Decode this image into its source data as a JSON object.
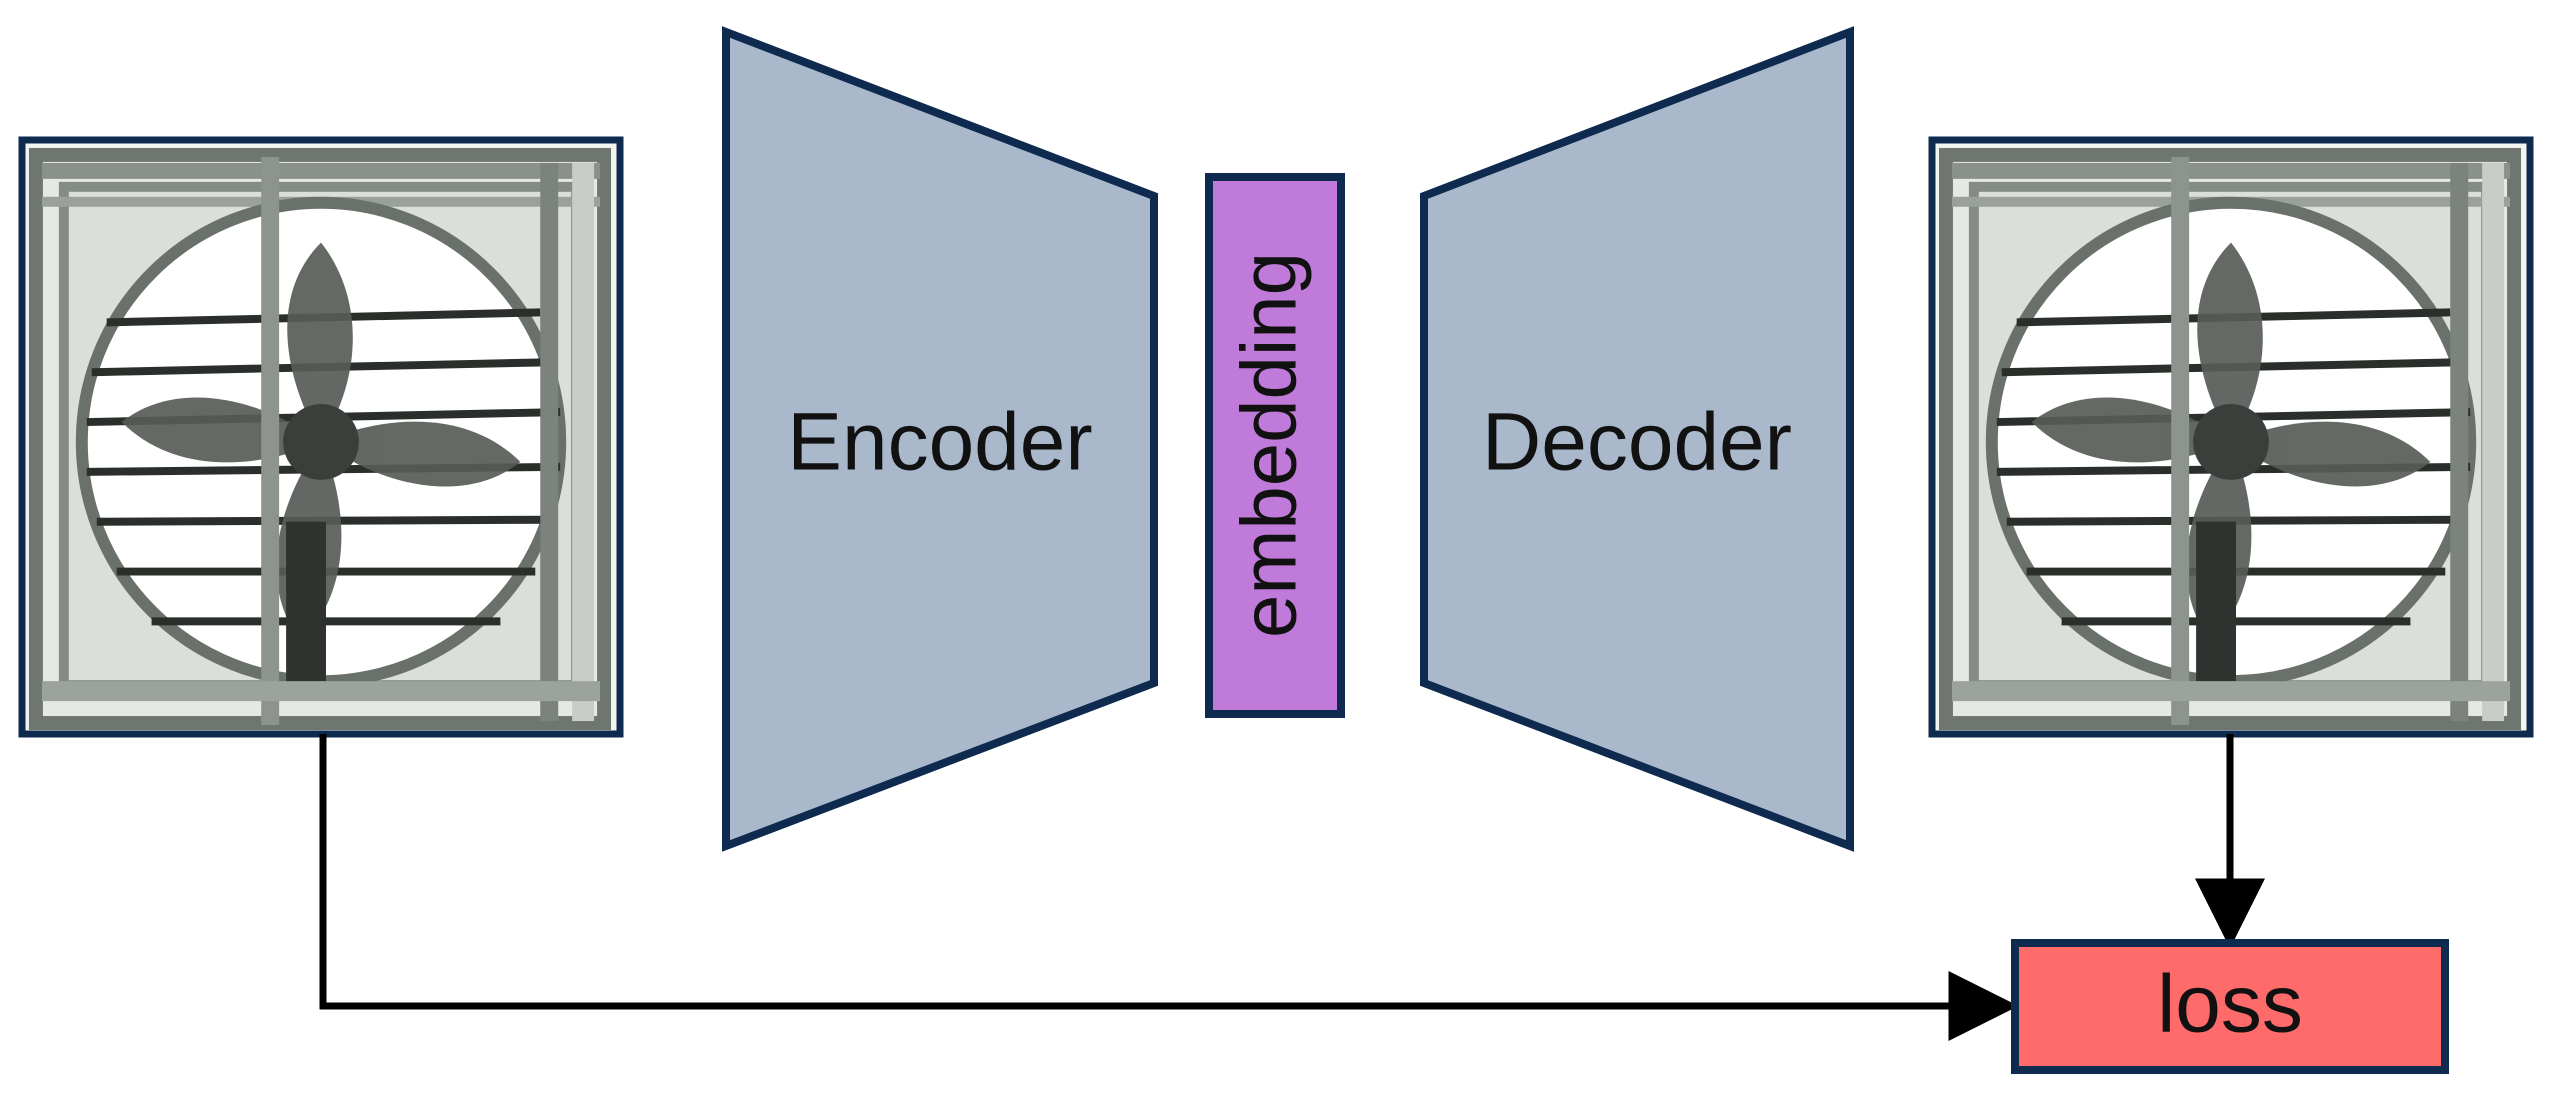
{
  "diagram": {
    "encoder_label": "Encoder",
    "embedding_label": "embedding",
    "decoder_label": "Decoder",
    "loss_label": "loss"
  },
  "colors": {
    "block_fill": "#a9b8cb",
    "block_stroke": "#0e2a4f",
    "embedding_fill": "#c07ad9",
    "loss_fill": "#ff6b6b",
    "arrow": "#000000",
    "image_background": "#f3f5f3"
  },
  "icons": {
    "input_image": "fan-image-icon",
    "output_image": "fan-image-icon"
  }
}
